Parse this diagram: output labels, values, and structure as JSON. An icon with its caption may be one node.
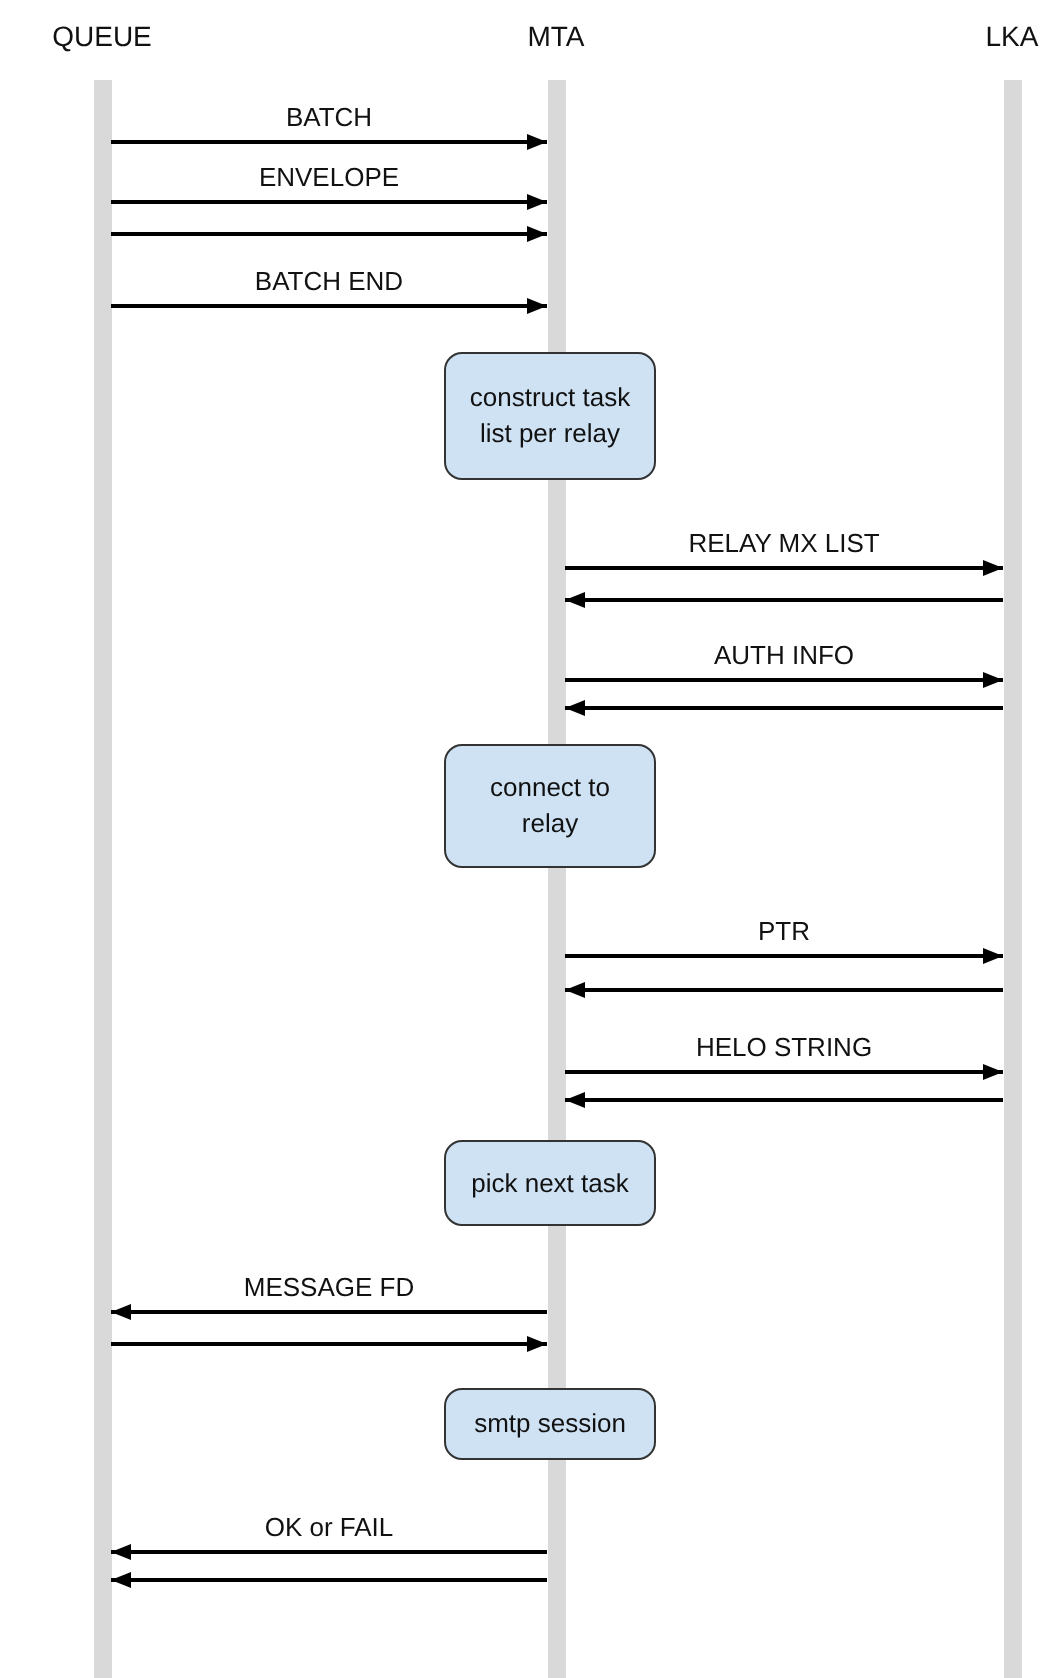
{
  "diagram": {
    "nodes": [
      {
        "text": [
          "QUEUE"
        ]
      },
      {
        "text": [
          "MTA"
        ]
      },
      {
        "text": [
          "LKA"
        ]
      },
      {
        "text": [
          "construct task list per relay"
        ]
      },
      {
        "text": [
          "connect to relay"
        ]
      },
      {
        "text": [
          "pick next task"
        ]
      },
      {
        "text": [
          "smtp session"
        ]
      }
    ],
    "edges": [
      {
        "from": 0,
        "to": 1,
        "arrow": "to",
        "label": "BATCH"
      },
      {
        "from": 0,
        "to": 1,
        "arrow": "to",
        "label": "ENVELOPE"
      },
      {
        "from": 0,
        "to": 1,
        "arrow": "to"
      },
      {
        "from": 0,
        "to": 1,
        "arrow": "to",
        "label": "BATCH END"
      },
      {
        "from": 1,
        "to": 2,
        "arrow": "to",
        "label": "RELAY MX LIST"
      },
      {
        "from": 2,
        "to": 1,
        "arrow": "to"
      },
      {
        "from": 1,
        "to": 2,
        "arrow": "to",
        "label": "AUTH INFO"
      },
      {
        "from": 2,
        "to": 1,
        "arrow": "to"
      },
      {
        "from": 1,
        "to": 2,
        "arrow": "to",
        "label": "PTR"
      },
      {
        "from": 2,
        "to": 1,
        "arrow": "to"
      },
      {
        "from": 1,
        "to": 2,
        "arrow": "to",
        "label": "HELO STRING"
      },
      {
        "from": 2,
        "to": 1,
        "arrow": "to"
      },
      {
        "from": 1,
        "to": 0,
        "arrow": "to",
        "label": "MESSAGE FD"
      },
      {
        "from": 0,
        "to": 1,
        "arrow": "to"
      },
      {
        "from": 1,
        "to": 0,
        "arrow": "to",
        "label": "OK or FAIL"
      },
      {
        "from": 1,
        "to": 0,
        "arrow": "to"
      }
    ]
  }
}
